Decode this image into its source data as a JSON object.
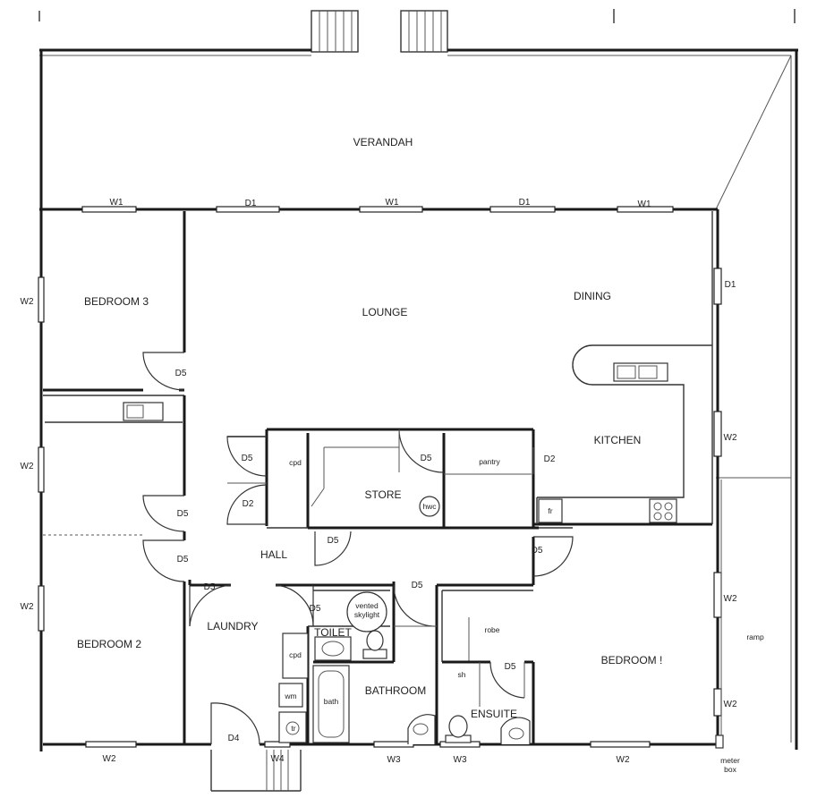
{
  "rooms": {
    "verandah": "VERANDAH",
    "lounge": "LOUNGE",
    "dining": "DINING",
    "bedroom3": "BEDROOM 3",
    "bedroom2": "BEDROOM 2",
    "bedroom1": "BEDROOM !",
    "kitchen": "KITCHEN",
    "store": "STORE",
    "hall": "HALL",
    "laundry": "LAUNDRY",
    "bathroom": "BATHROOM",
    "toilet": "TOILET",
    "ensuite": "ENSUITE"
  },
  "windows": {
    "w1": "W1",
    "w2": "W2",
    "w3": "W3",
    "w4": "W4"
  },
  "doors": {
    "d1": "D1",
    "d2": "D2",
    "d4": "D4",
    "d5": "D5"
  },
  "fixtures": {
    "cpd": "cpd",
    "pantry": "pantry",
    "hwc": "hwc",
    "fr": "fr",
    "robe": "robe",
    "sh": "sh",
    "bath": "bath",
    "wm": "wm",
    "tr": "tr",
    "skylight_line1": "vented",
    "skylight_line2": "skylight",
    "ramp": "ramp",
    "meter_line1": "meter",
    "meter_line2": "box"
  }
}
